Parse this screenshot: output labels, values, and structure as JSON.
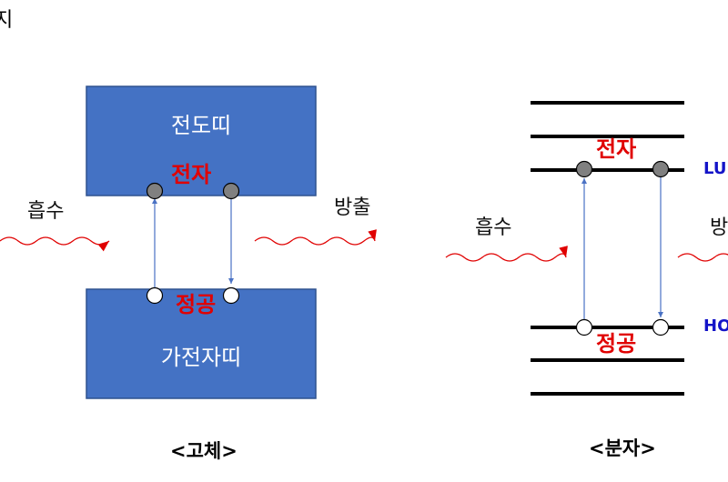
{
  "corner_text": "지",
  "solid": {
    "conduction_band": "전도띠",
    "valence_band": "가전자띠",
    "electron": "전자",
    "hole": "정공",
    "absorb": "흡수",
    "emit": "방출",
    "caption": "<고체>"
  },
  "molecule": {
    "electron": "전자",
    "hole": "정공",
    "absorb": "흡수",
    "emit": "방",
    "lumo": "LU",
    "homo": "HO",
    "caption": "<분자>"
  },
  "colors": {
    "band_fill": "#4472c4",
    "band_stroke": "#2f528f",
    "wave": "#e00000",
    "arrow": "#4a72c4",
    "filled_dot": "#808080",
    "label_red": "#e00000",
    "label_blue": "#1414c8"
  }
}
